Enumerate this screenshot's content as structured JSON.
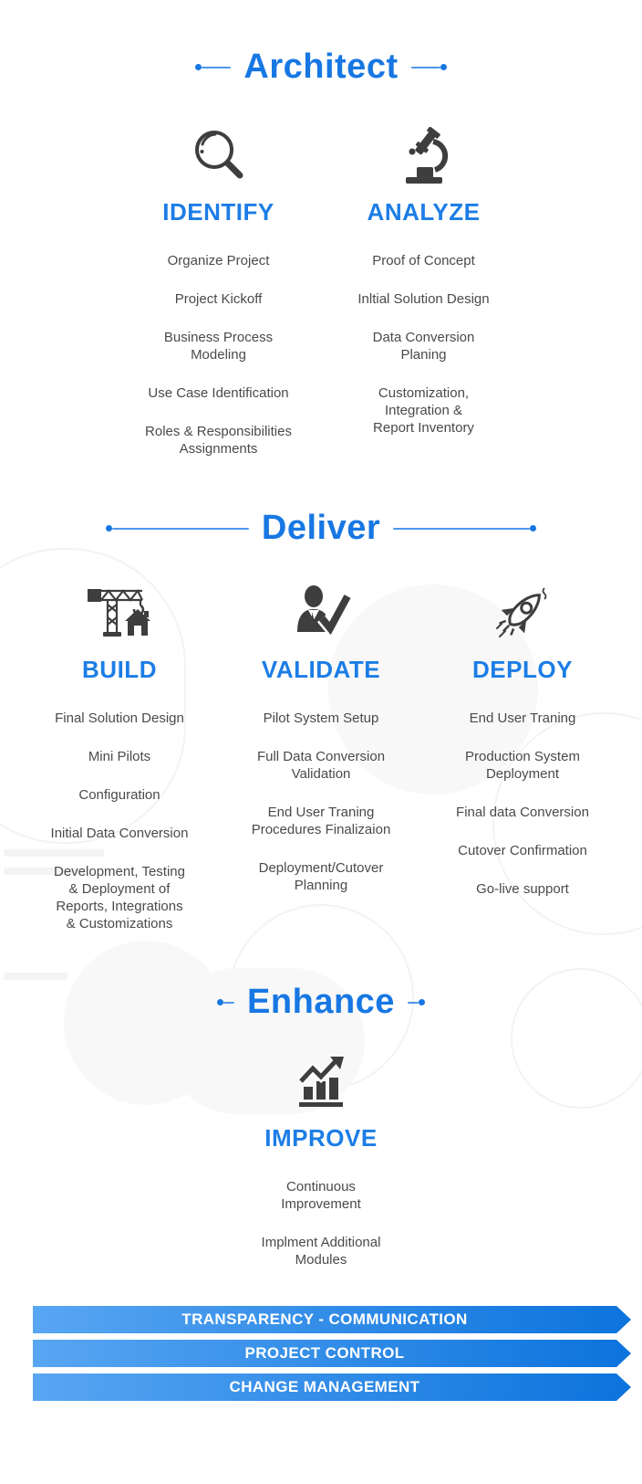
{
  "colors": {
    "accent_blue": "#1777e3",
    "label_blue": "#1c7de6",
    "icon_gray": "#3e3e3e",
    "text_gray": "#4a4a4a",
    "banner_gradient_left": "#58a6f2",
    "banner_gradient_right": "#0c73dd"
  },
  "architect": {
    "title": "Architect",
    "columns": {
      "identify": {
        "icon": "magnifier-icon",
        "label": "IDENTIFY",
        "items": [
          "Organize Project",
          "Project Kickoff",
          "Business Process\nModeling",
          "Use Case Identification",
          "Roles & Responsibilities\nAssignments"
        ]
      },
      "analyze": {
        "icon": "microscope-icon",
        "label": "ANALYZE",
        "items": [
          "Proof of Concept",
          "Inltial Solution Design",
          "Data Conversion\nPlaning",
          "Customization,\nIntegration &\nReport Inventory"
        ]
      }
    }
  },
  "deliver": {
    "title": "Deliver",
    "columns": {
      "build": {
        "icon": "crane-house-icon",
        "label": "BUILD",
        "items": [
          "Final Solution Design",
          "Mini Pilots",
          "Configuration",
          "Initial Data Conversion",
          "Development, Testing\n& Deployment of\nReports, Integrations\n& Customizations"
        ]
      },
      "validate": {
        "icon": "person-checkmark-icon",
        "label": "VALIDATE",
        "items": [
          "Pilot System Setup",
          "Full Data Conversion\nValidation",
          "End User Traning\nProcedures Finalizaion",
          "Deployment/Cutover\nPlanning"
        ]
      },
      "deploy": {
        "icon": "rocket-icon",
        "label": "DEPLOY",
        "items": [
          "End User Traning",
          "Production System\nDeployment",
          "Final data Conversion",
          "Cutover Confirmation",
          "Go-live support"
        ]
      }
    }
  },
  "enhance": {
    "title": "Enhance",
    "columns": {
      "improve": {
        "icon": "bar-chart-growth-icon",
        "label": "IMPROVE",
        "items": [
          "Continuous\nImprovement",
          "Implment Additional\nModules"
        ]
      }
    }
  },
  "banners": {
    "items": [
      {
        "label": "TRANSPARENCY - COMMUNICATION"
      },
      {
        "label": "PROJECT CONTROL"
      },
      {
        "label": "CHANGE MANAGEMENT"
      }
    ]
  }
}
